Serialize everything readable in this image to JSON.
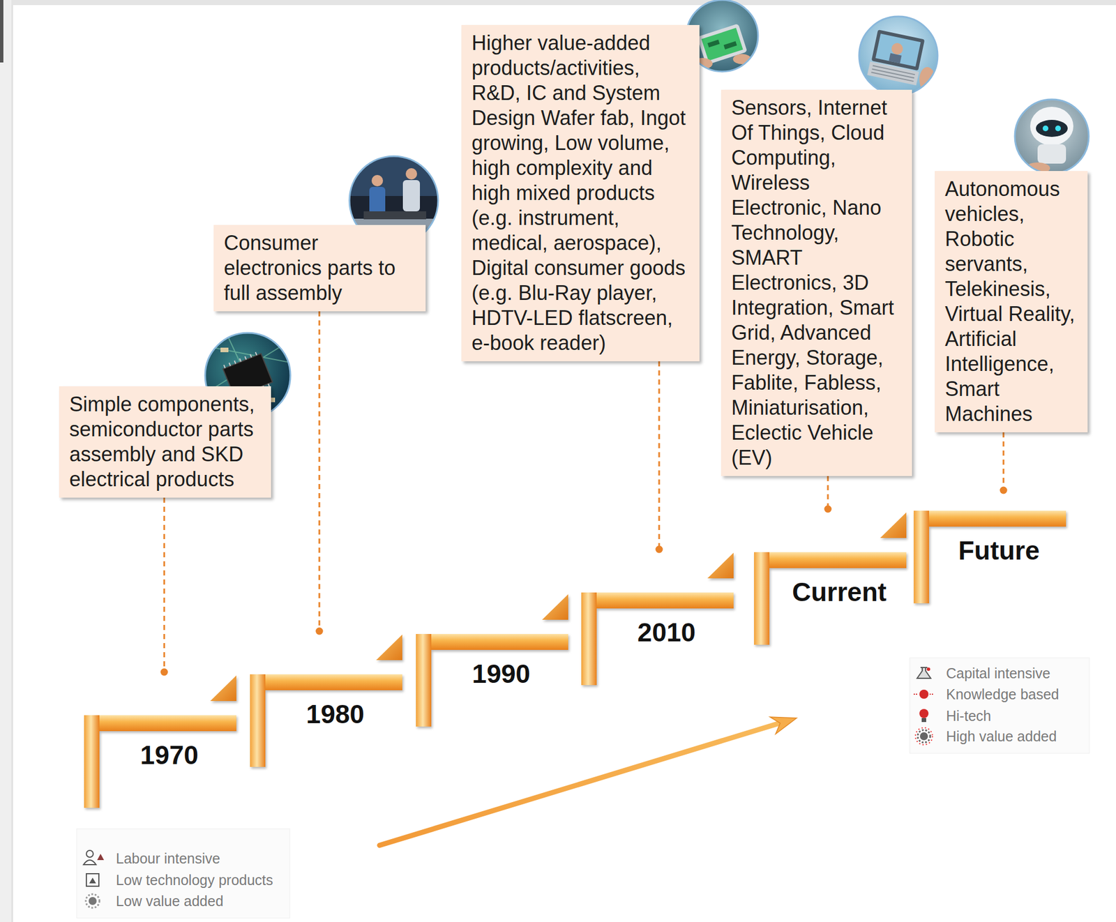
{
  "diagram": {
    "nodes": [
      {
        "text": [
          "Simple components, semiconductor parts assembly and SKD electrical products"
        ]
      },
      {
        "text": [
          "1970"
        ]
      },
      {
        "text": [
          "Consumer electronics parts to full assembly"
        ]
      },
      {
        "text": [
          "1980"
        ]
      },
      {
        "text": [
          "1990"
        ]
      },
      {
        "text": [
          "Higher value-added products/activities, R&D, IC and System Design Wafer fab, Ingot growing, Low volume, high complexity and high mixed products (e.g. instrument, medical, aerospace), Digital consumer goods (e.g. Blu-Ray player, HDTV-LED flatscreen, e-book reader)"
        ]
      },
      {
        "text": [
          "2010"
        ]
      },
      {
        "text": [
          "Sensors, Internet Of Things, Cloud Computing, Wireless Electronic, Nano Technology, SMART Electronics, 3D Integration, Smart Grid, Advanced Energy, Storage, Fablite, Fabless, Miniaturisation, Eclectic Vehicle (EV)"
        ]
      },
      {
        "text": [
          "Current"
        ]
      },
      {
        "text": [
          "Autonomous vehicles, Robotic servants, Telekinesis, Virtual Reality, Artificial Intelligence, Smart Machines"
        ]
      },
      {
        "text": [
          "Future"
        ]
      }
    ],
    "edges": [
      {
        "from": 0,
        "to": 1,
        "arrow": "none"
      },
      {
        "from": 2,
        "to": 3,
        "arrow": "none"
      },
      {
        "from": 5,
        "to": 6,
        "arrow": "none"
      },
      {
        "from": 7,
        "to": 8,
        "arrow": "none"
      },
      {
        "from": 9,
        "to": 10,
        "arrow": "none"
      }
    ],
    "legend": [
      {
        "text": "Labour intensive"
      },
      {
        "text": "Low technology products"
      },
      {
        "text": "Low value added"
      },
      {
        "text": "Capital intensive"
      },
      {
        "text": "Knowledge based"
      },
      {
        "text": "Hi-tech"
      },
      {
        "text": "High value added"
      }
    ]
  }
}
